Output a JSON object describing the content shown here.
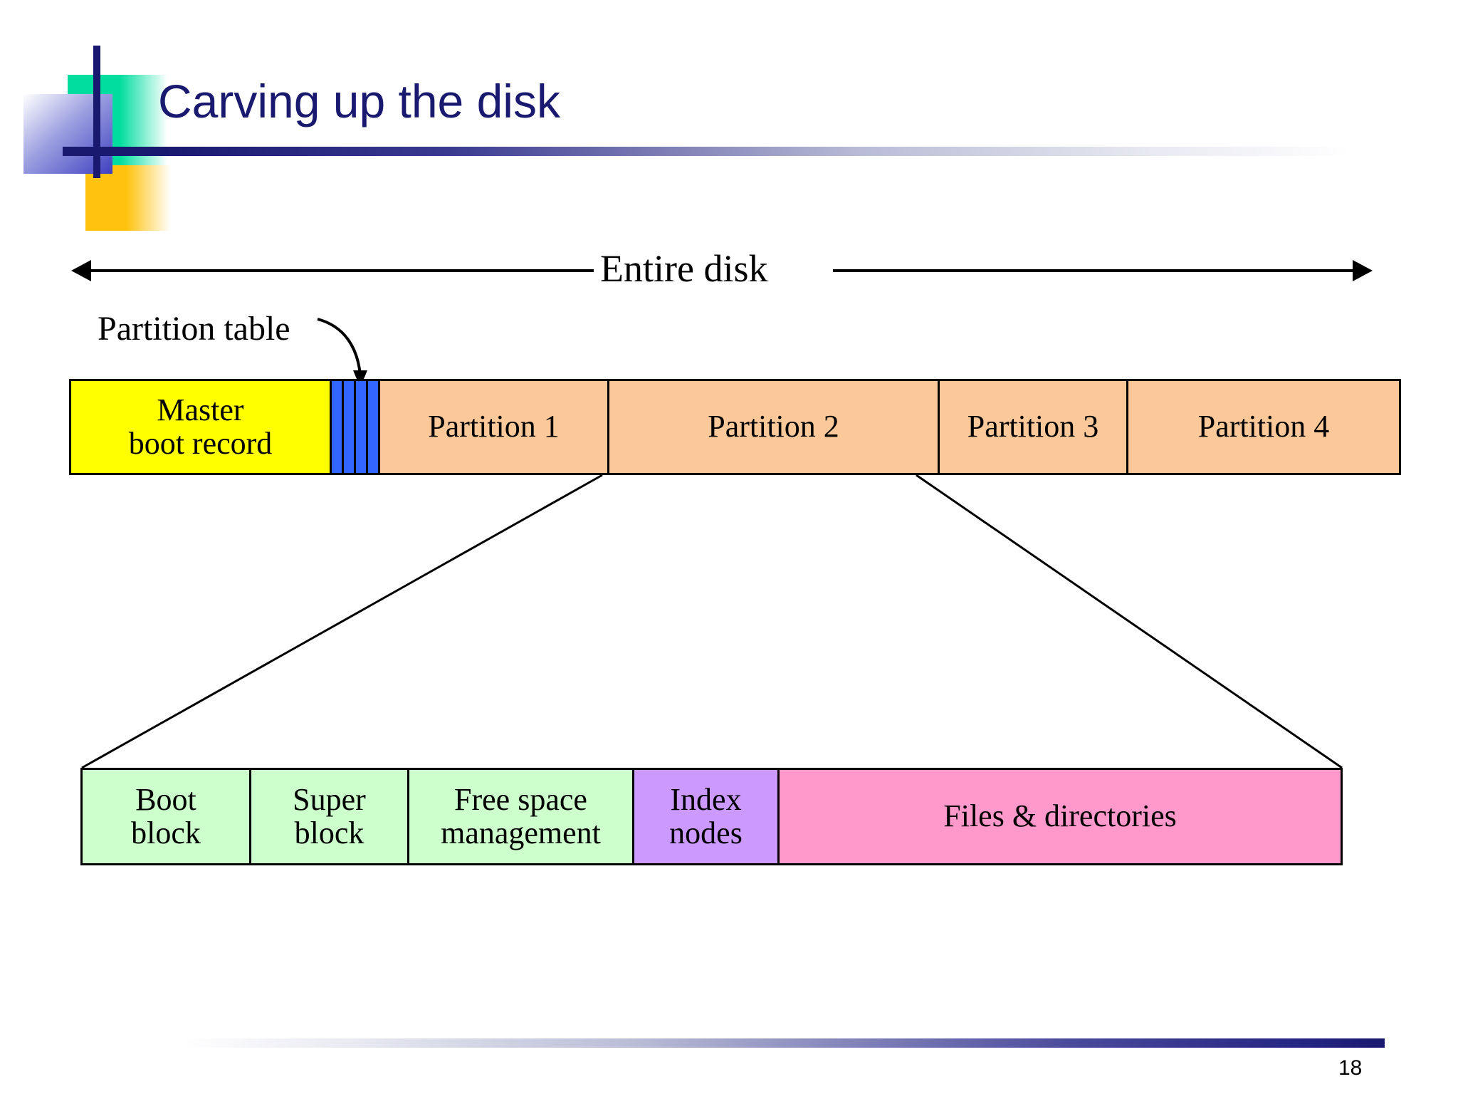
{
  "slide": {
    "title": "Carving up the disk",
    "page_number": "18",
    "title_color": "#191970",
    "accent_color": "#191970"
  },
  "logo": {
    "green_color": "#00dd9e",
    "gold_color": "#ffc20e",
    "periwinkle_color": "#4040c0",
    "rule_color": "#191970"
  },
  "diagram": {
    "span_label": "Entire disk",
    "callout_label": "Partition table",
    "disk_bar": {
      "cells": [
        {
          "label": "Master\nboot record",
          "line1": "Master",
          "line2": "boot record",
          "color": "#ffff00"
        },
        {
          "label": "Partition 1",
          "color": "#fbc999"
        },
        {
          "label": "Partition 2",
          "color": "#fbc999"
        },
        {
          "label": "Partition 3",
          "color": "#fbc999"
        },
        {
          "label": "Partition 4",
          "color": "#fbc999"
        }
      ],
      "partition_table_stripes": 4,
      "partition_table_stripe_color": "#3366ff"
    },
    "detail_bar": {
      "cells": [
        {
          "line1": "Boot",
          "line2": "block",
          "color": "#ccffcc"
        },
        {
          "line1": "Super",
          "line2": "block",
          "color": "#ccffcc"
        },
        {
          "line1": "Free space",
          "line2": "management",
          "color": "#ccffcc"
        },
        {
          "line1": "Index",
          "line2": "nodes",
          "color": "#cc99ff"
        },
        {
          "line1": "Files & directories",
          "line2": "",
          "color": "#ff99cc"
        }
      ]
    }
  }
}
